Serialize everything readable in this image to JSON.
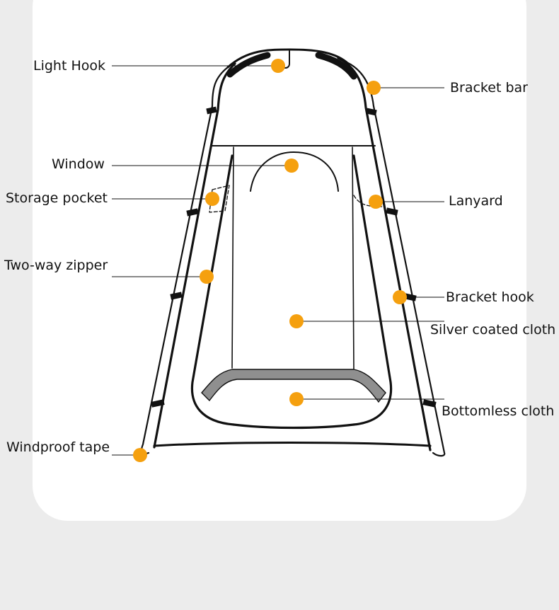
{
  "colors": {
    "background": "#ececec",
    "card": "#ffffff",
    "outline": "#111111",
    "marker": "#f5a00f",
    "floor": "#8f8f8f"
  },
  "labels": {
    "light_hook": "Light Hook",
    "bracket_bar": "Bracket bar",
    "window": "Window",
    "storage_pocket": "Storage pocket",
    "lanyard": "Lanyard",
    "two_way_zipper": "Two-way zipper",
    "bracket_hook": "Bracket hook",
    "silver_coated_cloth": "Silver coated cloth",
    "bottomless_cloth": "Bottomless cloth",
    "windproof_tape": "Windproof tape"
  }
}
